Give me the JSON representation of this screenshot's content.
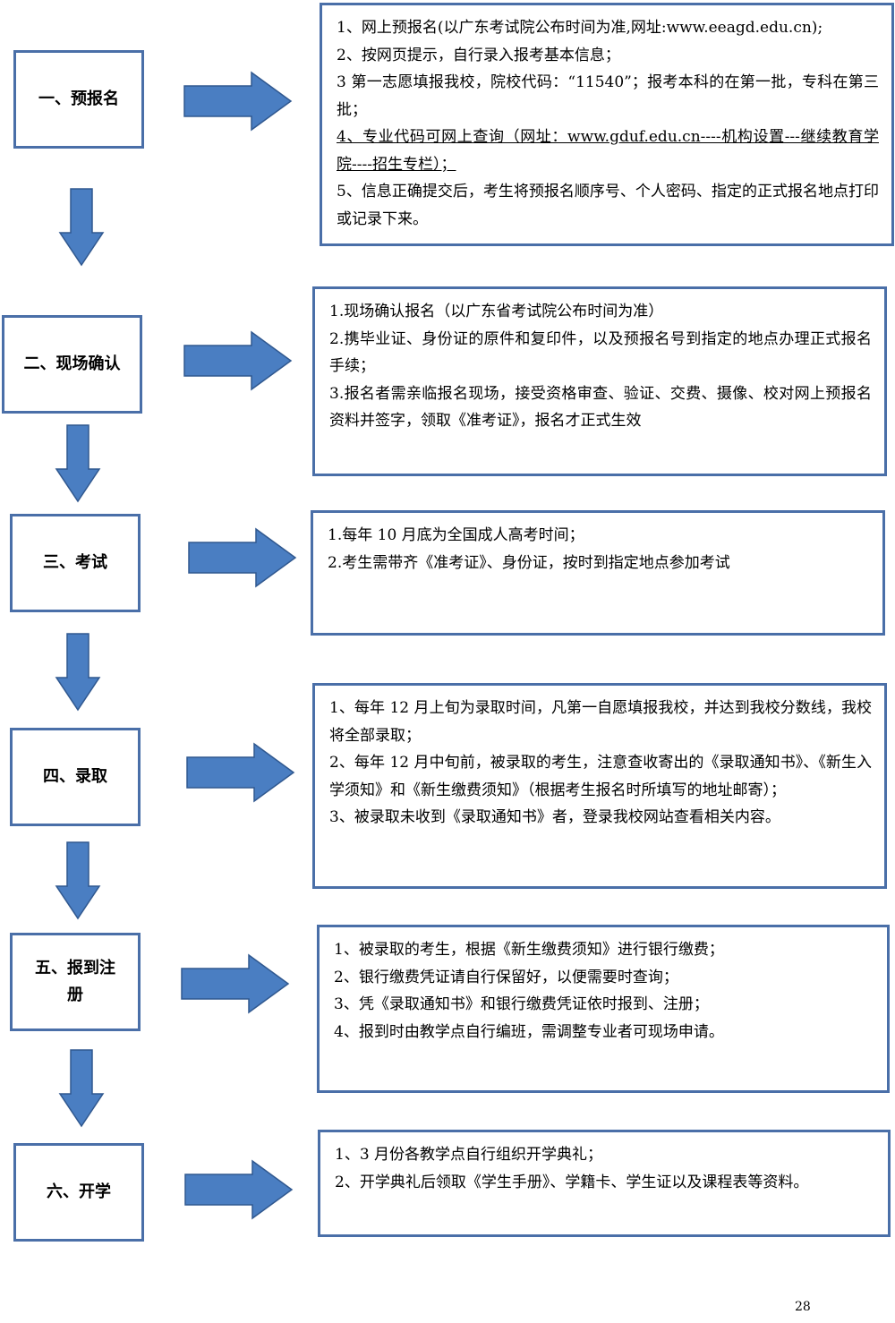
{
  "steps": [
    {
      "title": "一、预报名",
      "lines": [
        "1、网上预报名(以广东考试院公布时间为准,网址:www.eeagd.edu.cn);",
        "2、按网页提示，自行录入报考基本信息；",
        "3 第一志愿填报我校，院校代码：“11540”；报考本科的在第一批，专科在第三批；",
        "4、专业代码可网上查询（网址：www.gduf.edu.cn----机构设置---继续教育学院----招生专栏）；",
        "5、信息正确提交后，考生将预报名顺序号、个人密码、指定的正式报名地点打印或记录下来。"
      ]
    },
    {
      "title": "二、现场确认",
      "lines": [
        "1.现场确认报名（以广东省考试院公布时间为准）",
        "2.携毕业证、身份证的原件和复印件，以及预报名号到指定的地点办理正式报名手续；",
        "3.报名者需亲临报名现场，接受资格审查、验证、交费、摄像、校对网上预报名资料并签字，领取《准考证》，报名才正式生效"
      ]
    },
    {
      "title": "三、考试",
      "lines": [
        "1.每年 10 月底为全国成人高考时间；",
        "2.考生需带齐《准考证》、身份证，按时到指定地点参加考试"
      ]
    },
    {
      "title": "四、录取",
      "lines": [
        "1、每年 12 月上旬为录取时间，凡第一自愿填报我校，并达到我校分数线，我校将全部录取；",
        "2、每年 12 月中旬前，被录取的考生，注意查收寄出的《录取通知书》、《新生入学须知》和《新生缴费须知》（根据考生报名时所填写的地址邮寄）；",
        "3、被录取未收到《录取通知书》者，登录我校网站查看相关内容。"
      ]
    },
    {
      "title": "五、报到注册",
      "lines": [
        "1、被录取的考生，根据《新生缴费须知》进行银行缴费；",
        "2、银行缴费凭证请自行保留好，以便需要时查询；",
        "3、凭《录取通知书》和银行缴费凭证依时报到、注册；",
        "4、报到时由教学点自行编班，需调整专业者可现场申请。"
      ]
    },
    {
      "title": "六、开学",
      "lines": [
        "1、3 月份各教学点自行组织开学典礼；",
        "2、开学典礼后领取《学生手册》、学籍卡、学生证以及课程表等资料。"
      ]
    }
  ],
  "page_number": "28",
  "colors": {
    "box_border": "#4a6fa8",
    "arrow_fill": "#4a7ec2",
    "arrow_stroke": "#30588f"
  },
  "icons": {
    "right_arrow": "right-arrow-icon",
    "down_arrow": "down-arrow-icon"
  }
}
